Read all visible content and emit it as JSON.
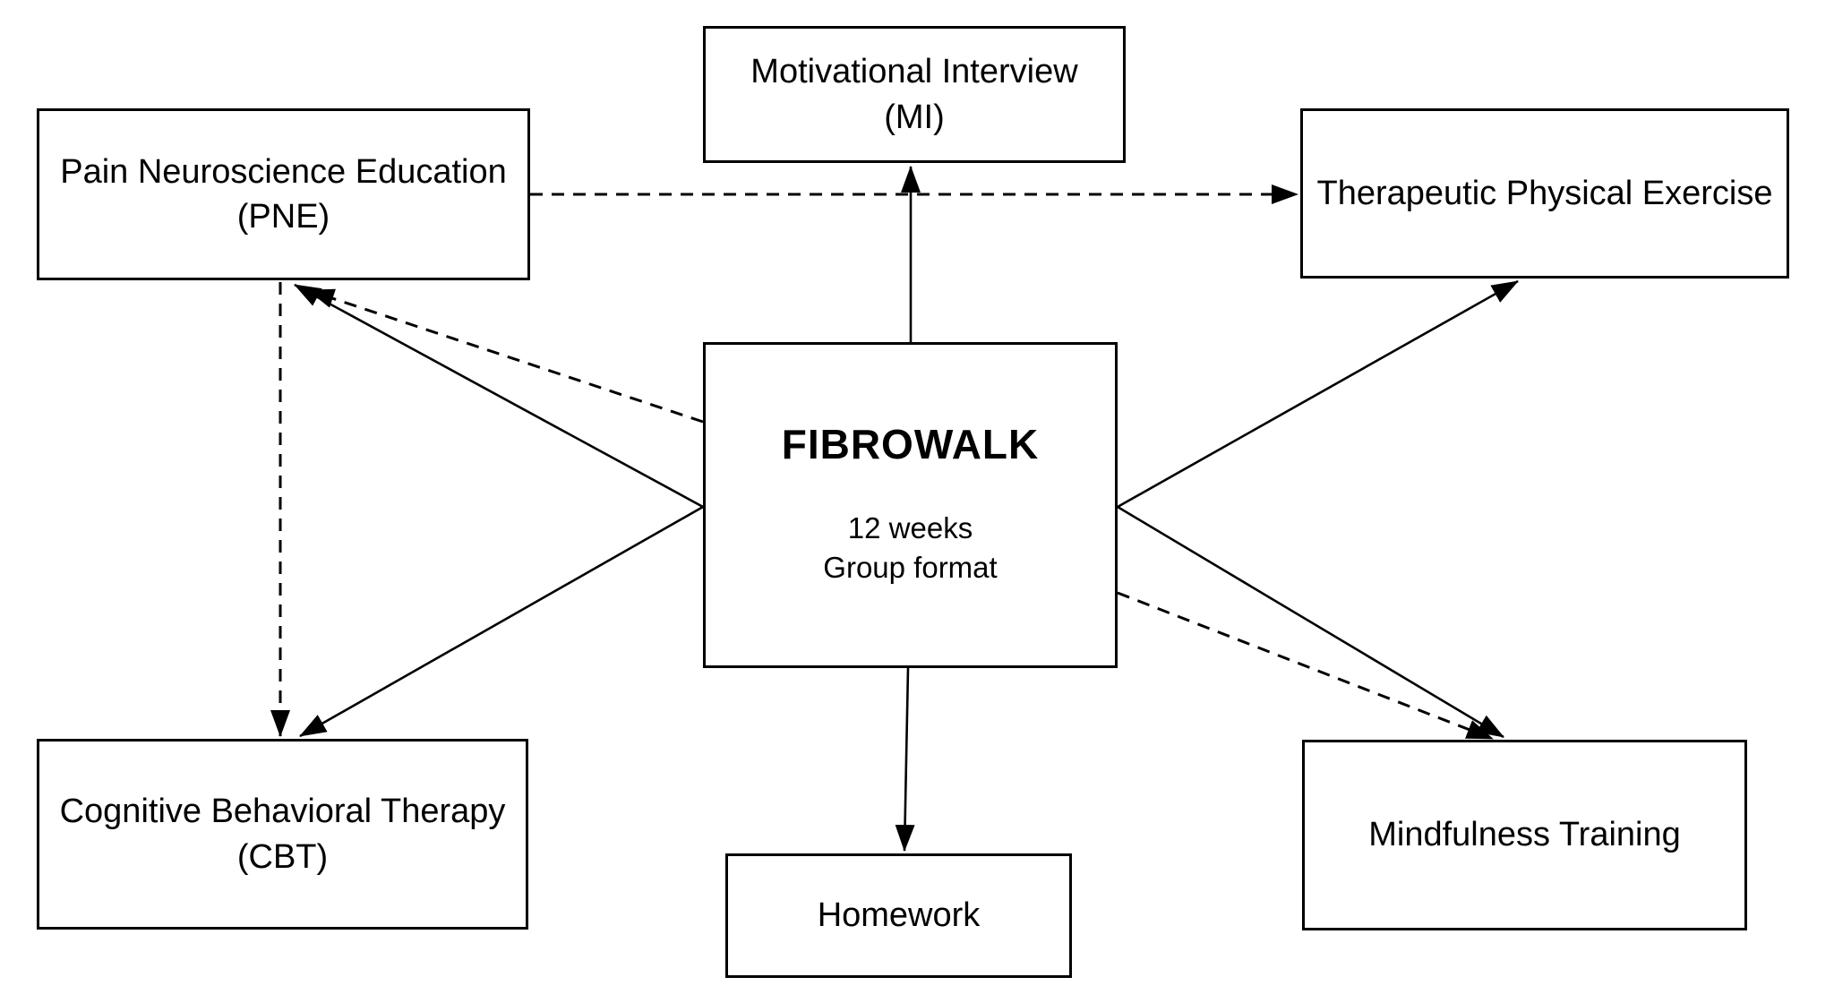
{
  "figure": {
    "background_color": "#ffffff",
    "ink_color": "#000000"
  },
  "nodes": {
    "mi": {
      "line1": "Motivational Interview",
      "line2": "(MI)"
    },
    "pne": {
      "line1": "Pain Neuroscience Education",
      "line2": "(PNE)"
    },
    "tpe": {
      "line1": "Therapeutic Physical Exercise"
    },
    "center": {
      "title": "FIBROWALK",
      "sub1": "12 weeks",
      "sub2": "Group format"
    },
    "cbt": {
      "line1": "Cognitive Behavioral Therapy",
      "line2": "(CBT)"
    },
    "mindfulness": {
      "line1": "Mindfulness Training"
    },
    "homework": {
      "line1": "Homework"
    }
  },
  "edges": [
    {
      "from": "FIBROWALK",
      "to": "Motivational Interview (MI)",
      "style": "solid"
    },
    {
      "from": "FIBROWALK",
      "to": "Homework",
      "style": "solid"
    },
    {
      "from": "FIBROWALK",
      "to": "Pain Neuroscience Education (PNE)",
      "style": "solid"
    },
    {
      "from": "FIBROWALK",
      "to": "Pain Neuroscience Education (PNE)",
      "style": "dashed"
    },
    {
      "from": "FIBROWALK",
      "to": "Cognitive Behavioral Therapy (CBT)",
      "style": "solid"
    },
    {
      "from": "FIBROWALK",
      "to": "Therapeutic Physical Exercise",
      "style": "solid"
    },
    {
      "from": "FIBROWALK",
      "to": "Mindfulness Training",
      "style": "solid"
    },
    {
      "from": "FIBROWALK",
      "to": "Mindfulness Training",
      "style": "dashed"
    },
    {
      "from": "Pain Neuroscience Education (PNE)",
      "to": "Therapeutic Physical Exercise",
      "style": "dashed"
    },
    {
      "from": "Pain Neuroscience Education (PNE)",
      "to": "Cognitive Behavioral Therapy (CBT)",
      "style": "dashed"
    }
  ]
}
